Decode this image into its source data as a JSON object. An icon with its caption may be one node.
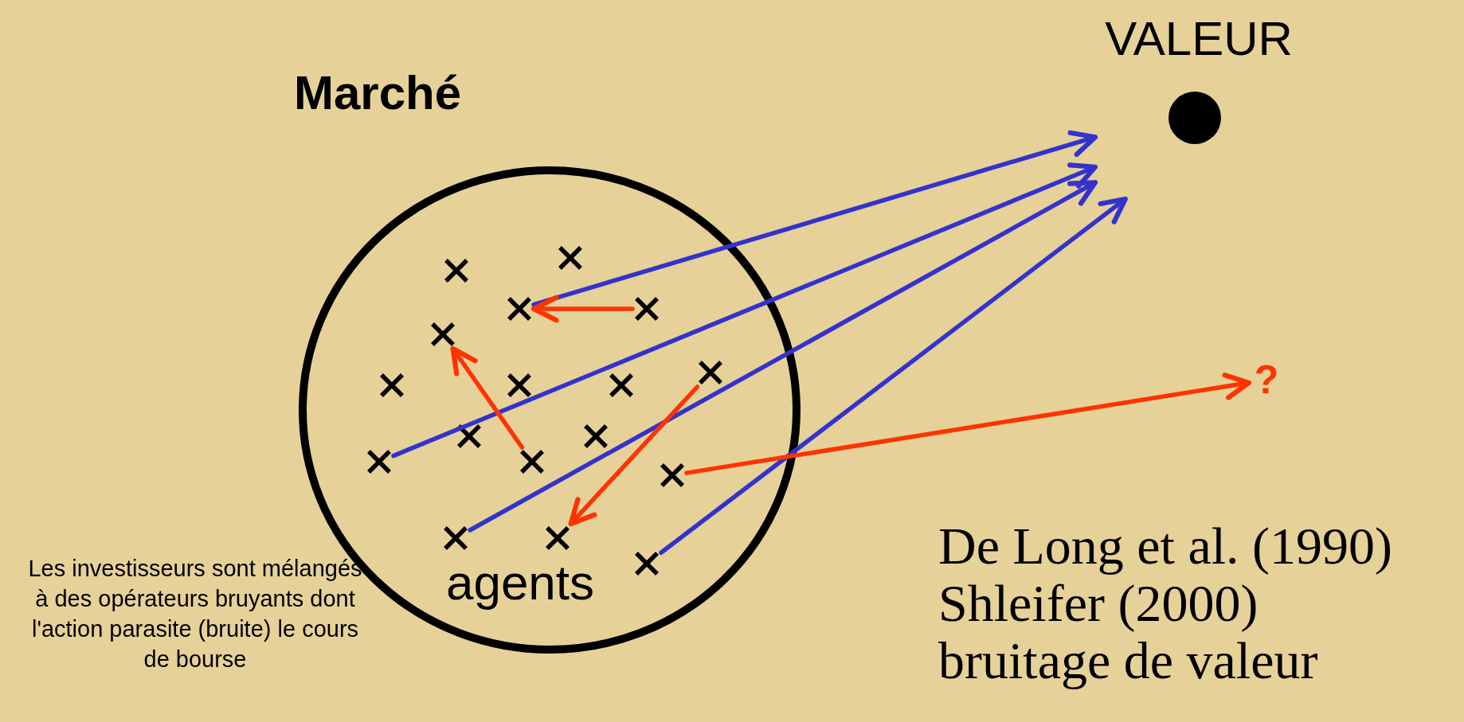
{
  "diagram": {
    "nodes": [
      {
        "text": [
          "Marché",
          "agents"
        ]
      },
      {
        "text": [
          "VALEUR"
        ]
      },
      {
        "text": [
          "?"
        ]
      },
      {
        "text": [],
        "shape": "cross",
        "in": 0
      },
      {
        "text": [],
        "shape": "cross",
        "in": 0
      },
      {
        "text": [],
        "shape": "cross",
        "in": 0
      },
      {
        "text": [],
        "shape": "cross",
        "in": 0
      },
      {
        "text": [],
        "shape": "cross",
        "in": 0
      },
      {
        "text": [],
        "shape": "cross",
        "in": 0
      },
      {
        "text": [],
        "shape": "cross",
        "in": 0
      },
      {
        "text": [],
        "shape": "cross",
        "in": 0
      },
      {
        "text": [],
        "shape": "cross",
        "in": 0
      },
      {
        "text": [],
        "shape": "cross",
        "in": 0
      },
      {
        "text": [],
        "shape": "cross",
        "in": 0
      },
      {
        "text": [],
        "shape": "cross",
        "in": 0
      },
      {
        "text": [],
        "shape": "cross",
        "in": 0
      },
      {
        "text": [],
        "shape": "cross",
        "in": 0
      },
      {
        "text": [],
        "shape": "cross",
        "in": 0
      },
      {
        "text": [],
        "shape": "cross",
        "in": 0
      },
      {
        "text": [],
        "shape": "cross",
        "in": 0
      }
    ],
    "edges": [
      {
        "from": 5,
        "to": 1,
        "arrow": "to"
      },
      {
        "from": 14,
        "to": 1,
        "arrow": "to"
      },
      {
        "from": 17,
        "to": 1,
        "arrow": "to"
      },
      {
        "from": 19,
        "to": 1,
        "arrow": "to"
      },
      {
        "from": 6,
        "to": 5,
        "arrow": "to",
        "color": "#ff3300"
      },
      {
        "from": 15,
        "to": 7,
        "arrow": "to",
        "color": "#ff3300"
      },
      {
        "from": 8,
        "to": 18,
        "arrow": "to",
        "color": "#ff3300"
      },
      {
        "from": 16,
        "to": 2,
        "arrow": "to",
        "color": "#ff3300"
      }
    ],
    "labels": [
      "Les investisseurs sont mélangés à des opérateurs bruyants dont l'action parasite (bruite) le cours de bourse",
      "De Long et al. (1990)",
      "Shleifer (2000)",
      "bruitage de valeur"
    ]
  }
}
